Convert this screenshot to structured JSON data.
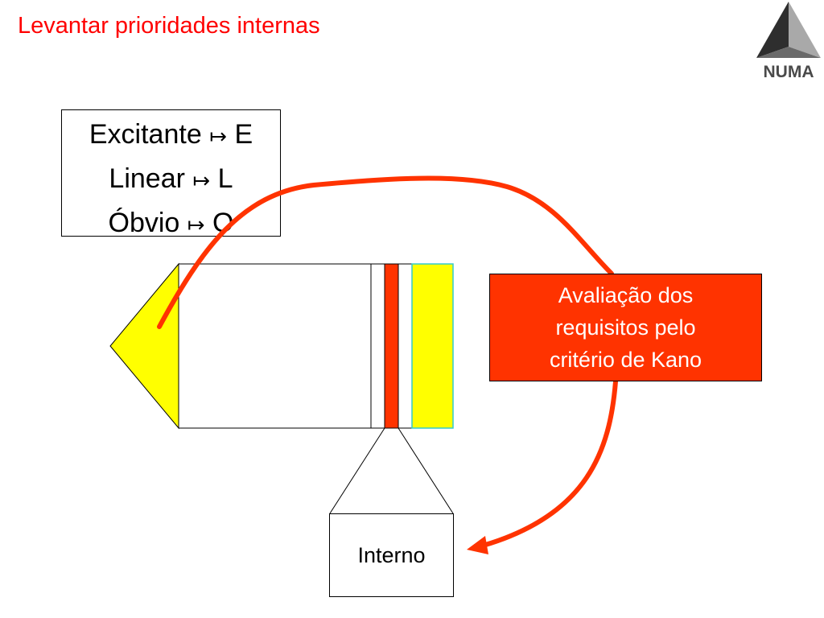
{
  "slide": {
    "title": "Levantar prioridades internas"
  },
  "logo": {
    "text": "NUMA"
  },
  "legend": {
    "lines": [
      {
        "label": "Excitante",
        "arrow": "↦",
        "code": "E"
      },
      {
        "label": "Linear",
        "arrow": "↦",
        "code": "L"
      },
      {
        "label": "Óbvio",
        "arrow": "↦",
        "code": "O"
      }
    ]
  },
  "kano_box": {
    "text": "Avaliação dos requisitos pelo critério de Kano"
  },
  "internal_box": {
    "label": "Interno"
  },
  "colors": {
    "title": "#ff0000",
    "yellow": "#ffff00",
    "red_band": "#ff3300",
    "arrow": "#ff3300",
    "kano_fill": "#ff3300",
    "logo_dark": "#333333",
    "logo_light": "#aaaaaa"
  }
}
